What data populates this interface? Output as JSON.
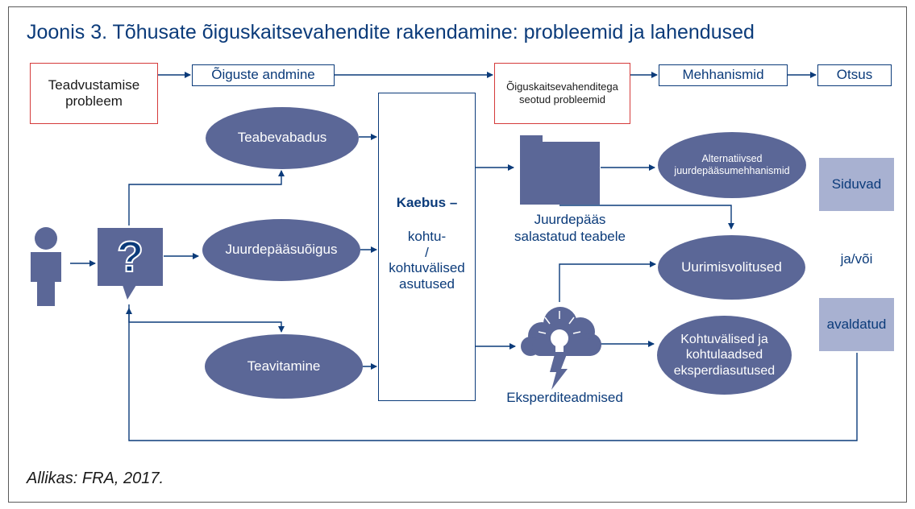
{
  "title": "Joonis 3. Tõhusate õiguskaitsevahendite rakendamine: probleemid ja lahendused",
  "source": "Allikas: FRA, 2017.",
  "top_row": {
    "awareness_problem": "Teadvustamise probleem",
    "granting_rights": "Õiguste andmine",
    "remedy_problems": "Õiguskaitsevahenditega seotud probleemid",
    "mechanisms": "Mehhanismid",
    "decision": "Otsus"
  },
  "rights": {
    "freedom_of_information": "Teabevabadus",
    "right_of_access": "Juurdepääsuõigus",
    "notification": "Teavitamine"
  },
  "question_mark": "?",
  "complaint": {
    "heading": "Kaebus –",
    "body": "kohtu-\n/\nkohtuvälised\nasutused"
  },
  "access_classified": "Juurdepääs salastatud teabele",
  "expert_knowledge": "Eksperditeadmised",
  "mechanisms": {
    "alternative_access": "Alternatiivsed juurdepääsumehhanismid",
    "investigative_powers": "Uurimisvolitused",
    "expert_bodies": "Kohtuvälised ja kohtulaadsed eksperdiasutused"
  },
  "outcomes": {
    "binding": "Siduvad",
    "and_or": "ja/või",
    "published": "avaldatud"
  },
  "colors": {
    "navy": "#0b3b7a",
    "ellipse_fill": "#5b6797",
    "red_border": "#d53b3b",
    "outcome_fill": "#a8b1d1"
  },
  "icons": [
    "person-icon",
    "question-bubble-icon",
    "folder-icon",
    "idea-cloud-icon"
  ]
}
